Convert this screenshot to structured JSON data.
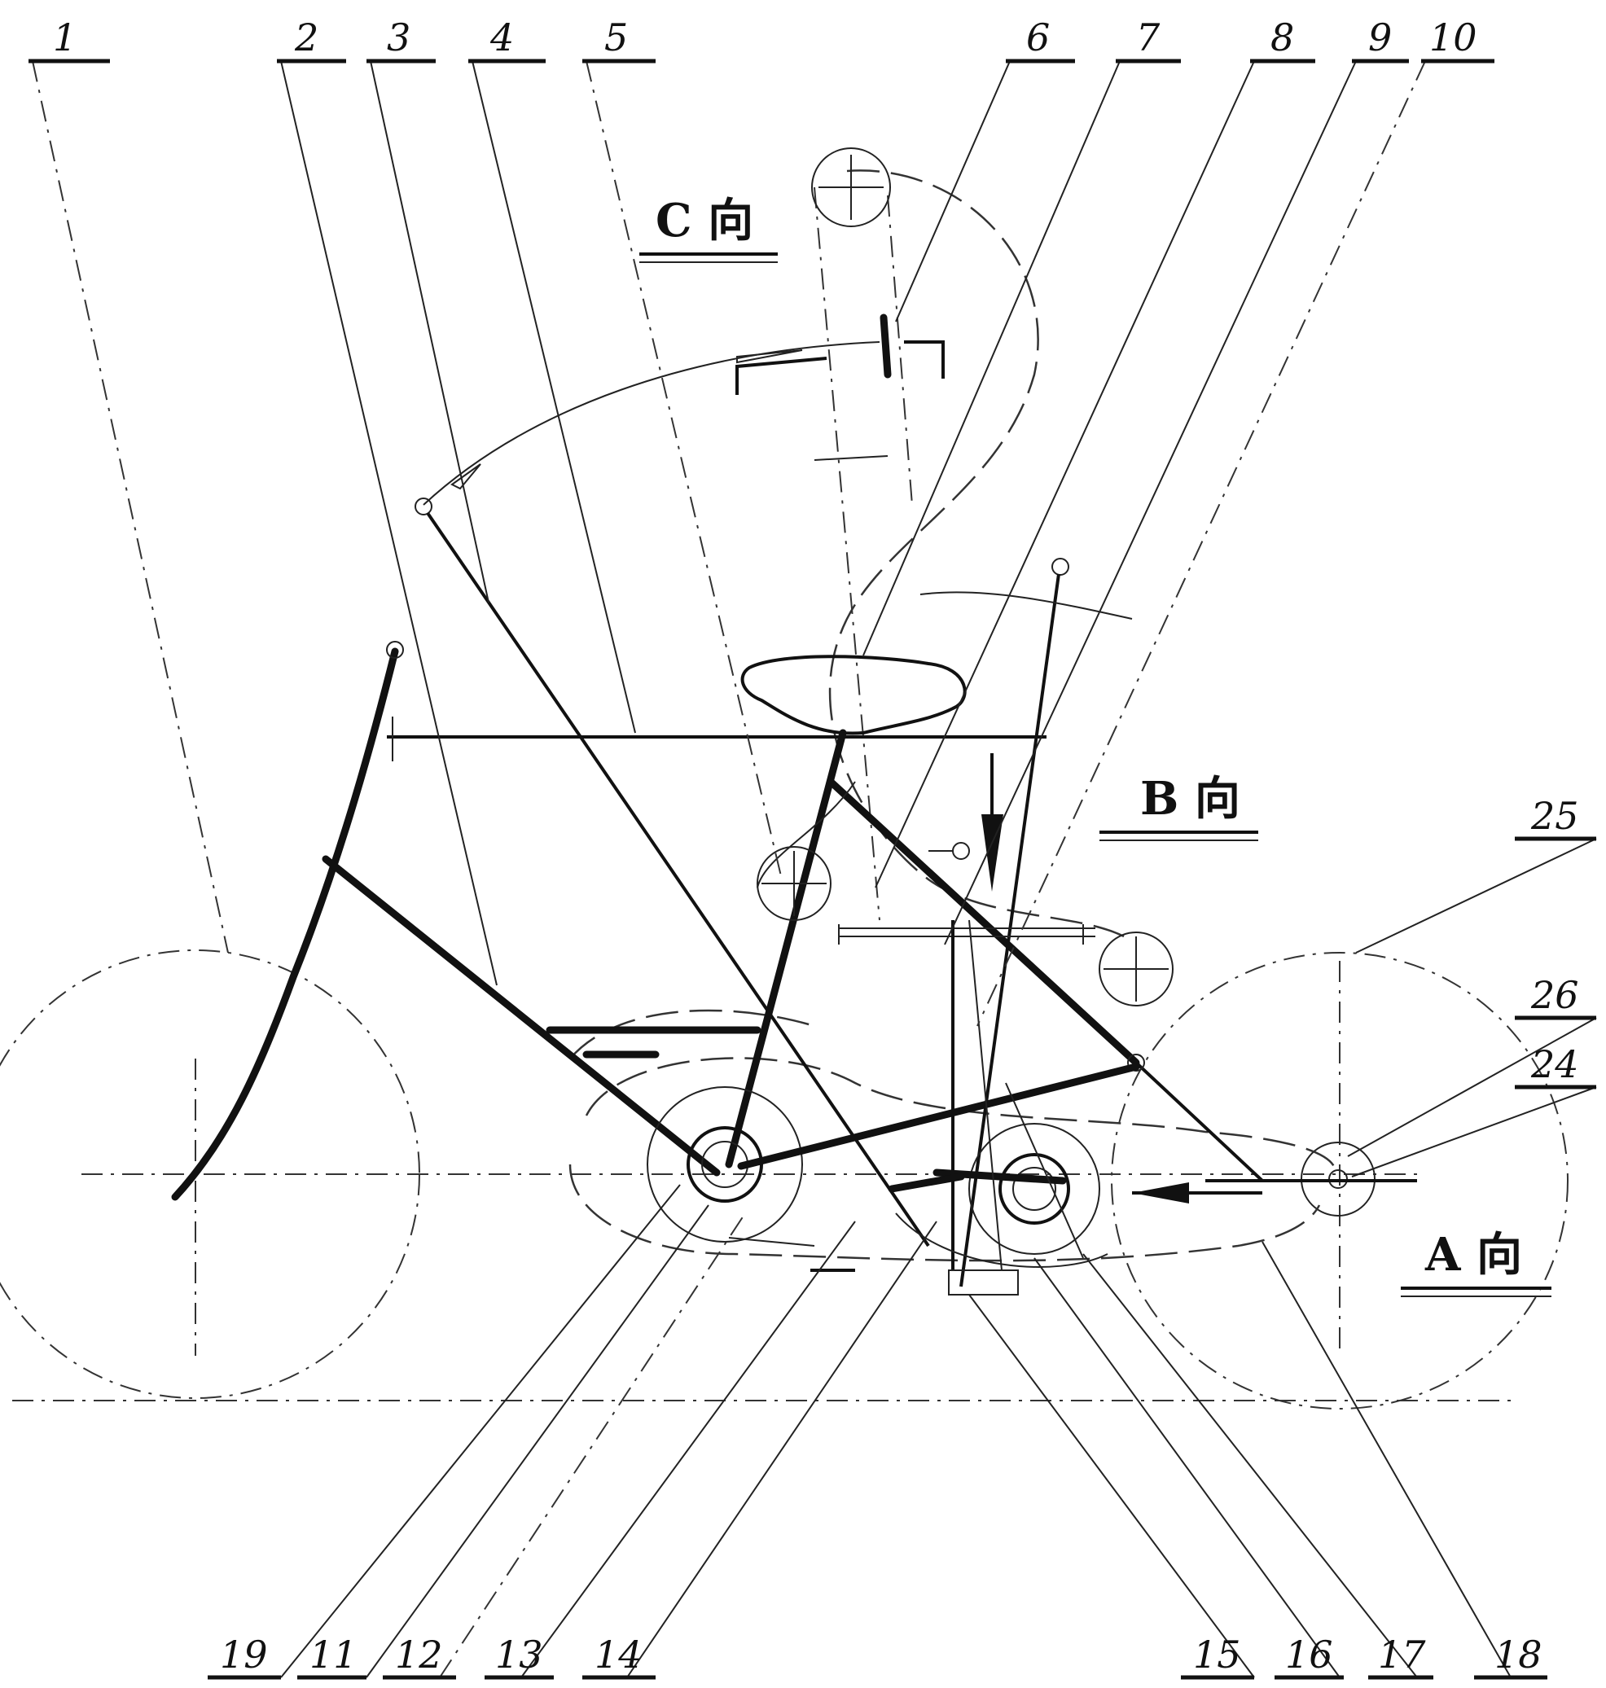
{
  "part_labels_top": [
    "1",
    "2",
    "3",
    "4",
    "5",
    "6",
    "7",
    "8",
    "9",
    "10"
  ],
  "part_labels_right": [
    "25",
    "26",
    "24"
  ],
  "part_labels_bottom_left": [
    "19",
    "11",
    "12",
    "13",
    "14"
  ],
  "part_labels_bottom_right": [
    "15",
    "16",
    "17",
    "18"
  ],
  "view_labels": {
    "c": "C 向",
    "b": "B 向",
    "a": "A 向"
  }
}
